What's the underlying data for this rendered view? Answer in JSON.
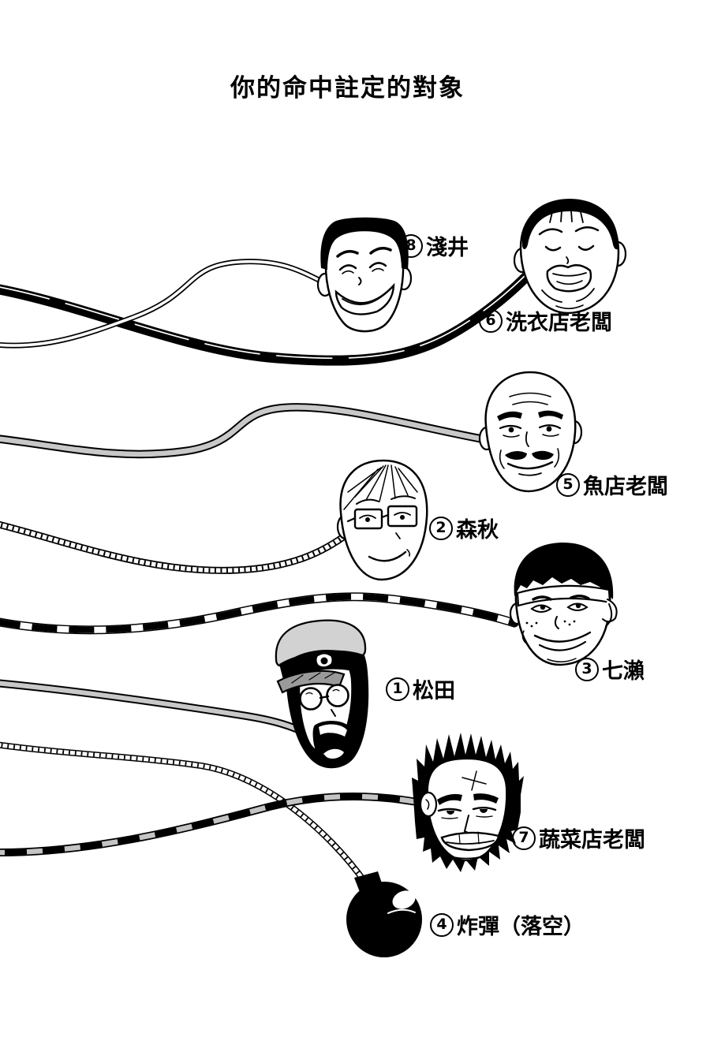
{
  "title": "你的命中註定的對象",
  "labels": [
    {
      "num": "8",
      "name": "淺井"
    },
    {
      "num": "6",
      "name": "洗衣店老闆"
    },
    {
      "num": "5",
      "name": "魚店老闆"
    },
    {
      "num": "2",
      "name": "森秋"
    },
    {
      "num": "3",
      "name": "七瀨"
    },
    {
      "num": "1",
      "name": "松田"
    },
    {
      "num": "7",
      "name": "蔬菜店老闆"
    },
    {
      "num": "4",
      "name": "炸彈（落空）"
    }
  ],
  "colors": {
    "ink": "#000000",
    "paper": "#ffffff",
    "tone_light": "#c8c8c8",
    "tone_mid": "#9a9a9a"
  },
  "art": {
    "strings": [
      {
        "style": "thin-double-line",
        "to": "asai"
      },
      {
        "style": "thick-black",
        "to": "laundry-owner"
      },
      {
        "style": "gray-screentone",
        "to": "fish-owner"
      },
      {
        "style": "diagonal-hatched",
        "to": "moriaki"
      },
      {
        "style": "black-white-striped",
        "to": "nanase"
      },
      {
        "style": "gray-screentone",
        "to": "matsuda"
      },
      {
        "style": "twisted-rope",
        "to": "bomb"
      },
      {
        "style": "black-gray-striped",
        "to": "vegetable-owner"
      }
    ]
  }
}
